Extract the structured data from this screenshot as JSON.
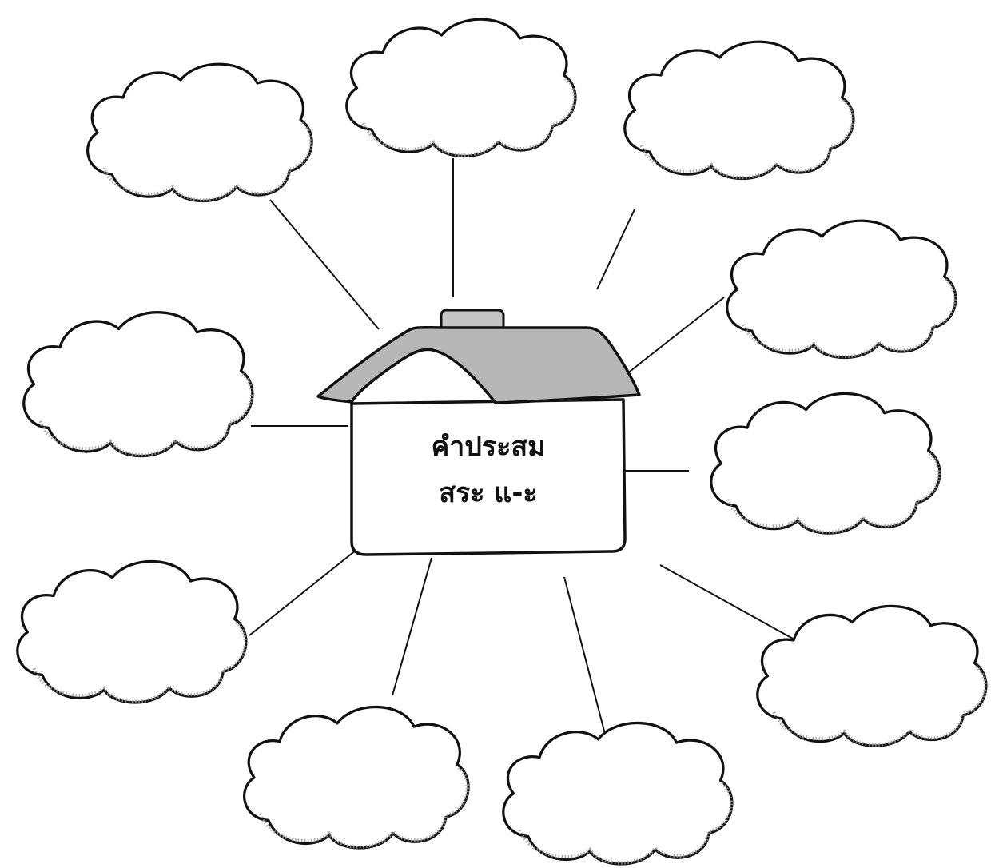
{
  "center": {
    "title": "คำประสม",
    "subtitle": "สระ แ-ะ"
  },
  "colors": {
    "roof": "#b7b7b7",
    "outline": "#111111",
    "background": "#ffffff"
  },
  "clouds": [
    {
      "id": "cloud-top-left",
      "text": ""
    },
    {
      "id": "cloud-top-center",
      "text": ""
    },
    {
      "id": "cloud-top-right",
      "text": ""
    },
    {
      "id": "cloud-right-upper",
      "text": ""
    },
    {
      "id": "cloud-left-middle",
      "text": ""
    },
    {
      "id": "cloud-right-middle",
      "text": ""
    },
    {
      "id": "cloud-left-lower",
      "text": ""
    },
    {
      "id": "cloud-right-lower",
      "text": ""
    },
    {
      "id": "cloud-bottom-left",
      "text": ""
    },
    {
      "id": "cloud-bottom-right",
      "text": ""
    }
  ]
}
